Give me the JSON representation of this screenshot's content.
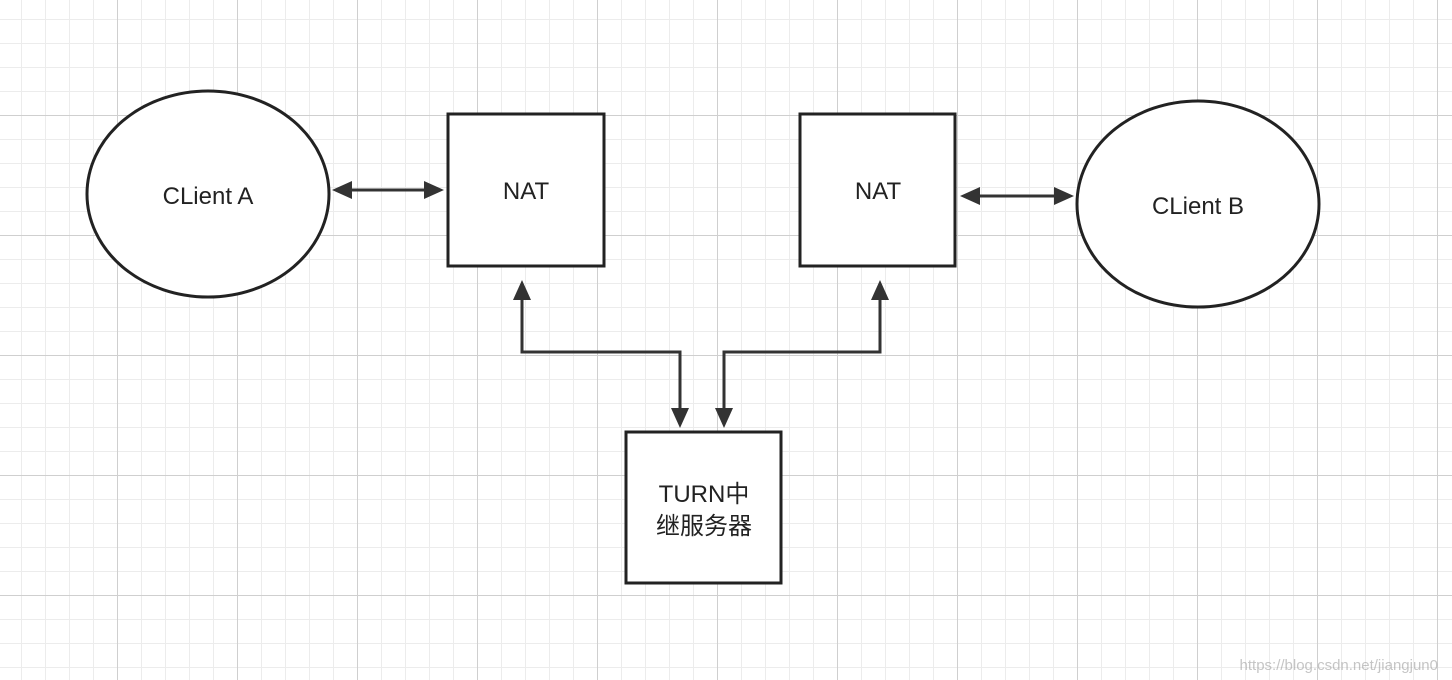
{
  "nodes": {
    "client_a": {
      "label": "CLient A"
    },
    "nat_left": {
      "label": "NAT"
    },
    "nat_right": {
      "label": "NAT"
    },
    "client_b": {
      "label": "CLient B"
    },
    "turn_server": {
      "label_line1": "TURN中",
      "label_line2": "继服务器"
    }
  },
  "edges": [
    {
      "from": "client_a",
      "to": "nat_left",
      "direction": "bidirectional"
    },
    {
      "from": "nat_right",
      "to": "client_b",
      "direction": "bidirectional"
    },
    {
      "from": "nat_left",
      "to": "turn_server",
      "direction": "bidirectional"
    },
    {
      "from": "nat_right",
      "to": "turn_server",
      "direction": "bidirectional"
    }
  ],
  "watermark": "https://blog.csdn.net/jiangjun0",
  "colors": {
    "stroke": "#222222",
    "grid": "#cfcfcf",
    "background": "#ffffff"
  }
}
